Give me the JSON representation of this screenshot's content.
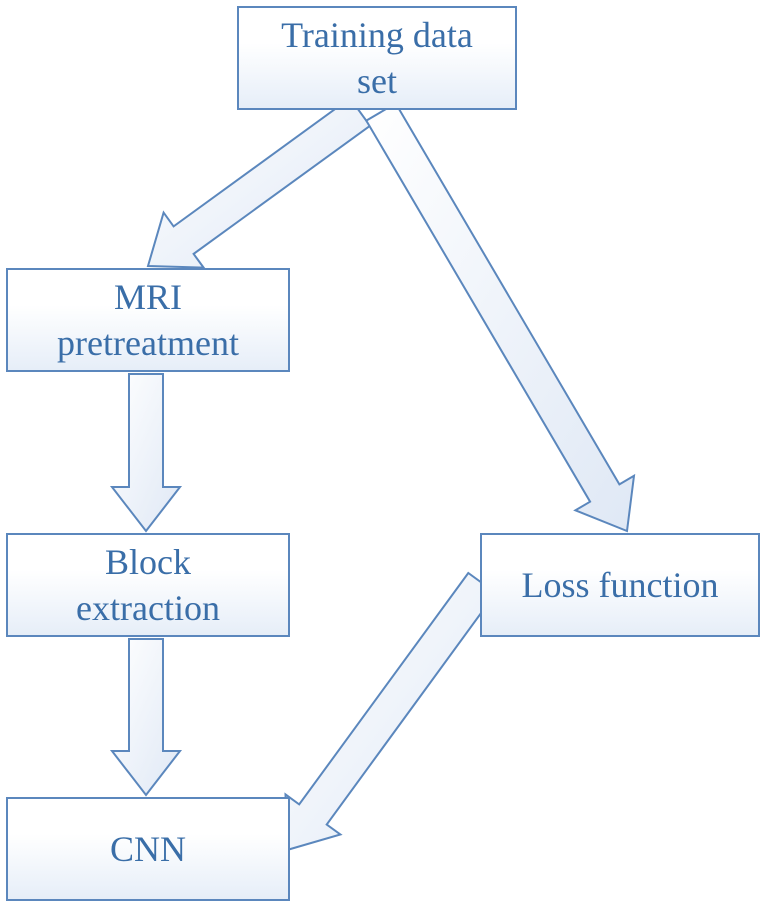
{
  "nodes": {
    "training": {
      "lines": [
        "Training data",
        "set"
      ]
    },
    "mri": {
      "lines": [
        "MRI",
        "pretreatment"
      ]
    },
    "block": {
      "lines": [
        "Block",
        "extraction"
      ]
    },
    "loss": {
      "lines": [
        "Loss function"
      ]
    },
    "cnn": {
      "lines": [
        "CNN"
      ]
    }
  },
  "edges": [
    {
      "from": "training",
      "to": "mri"
    },
    {
      "from": "training",
      "to": "loss"
    },
    {
      "from": "mri",
      "to": "block"
    },
    {
      "from": "block",
      "to": "cnn"
    },
    {
      "from": "loss",
      "to": "cnn"
    }
  ],
  "colors": {
    "border": "#5b87bd",
    "text": "#3a6ea8",
    "arrow_stroke": "#5b87bd",
    "fill_light": "#ffffff",
    "fill_dark": "#dfe8f5"
  }
}
